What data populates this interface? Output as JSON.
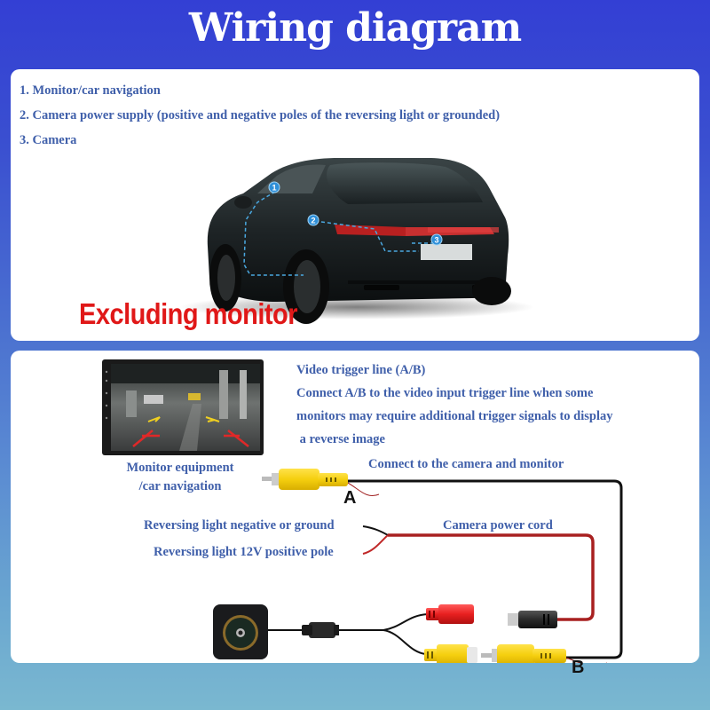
{
  "title": "Wiring diagram",
  "top_panel": {
    "legend": [
      "1. Monitor/car navigation",
      "2. Camera power supply (positive and negative poles of the reversing light or grounded)",
      "3. Camera"
    ],
    "car_markers": [
      "1",
      "2",
      "3"
    ],
    "excluding_label": "Excluding monitor"
  },
  "bottom_panel": {
    "video_trigger": {
      "heading": "Video trigger line (A/B)",
      "line1": "Connect A/B to the video input trigger line when some",
      "line2": "monitors may require additional trigger signals to display",
      "line3": " a reverse image"
    },
    "monitor_label": {
      "line1": "Monitor equipment",
      "line2": "/car navigation"
    },
    "connect_label": "Connect to the camera and monitor",
    "power_cord_label": "Camera power cord",
    "negative_label": "Reversing light negative or ground",
    "positive_label": "Reversing light 12V positive pole",
    "point_a": "A",
    "point_b": "B"
  },
  "colors": {
    "title_bg_top": "#333fd4",
    "title_bg_bottom": "#7ab8d0",
    "text_blue": "#3f5faa",
    "excluding_red": "#e01818",
    "rca_yellow": "#f5cf0f",
    "power_red": "#b02020"
  }
}
